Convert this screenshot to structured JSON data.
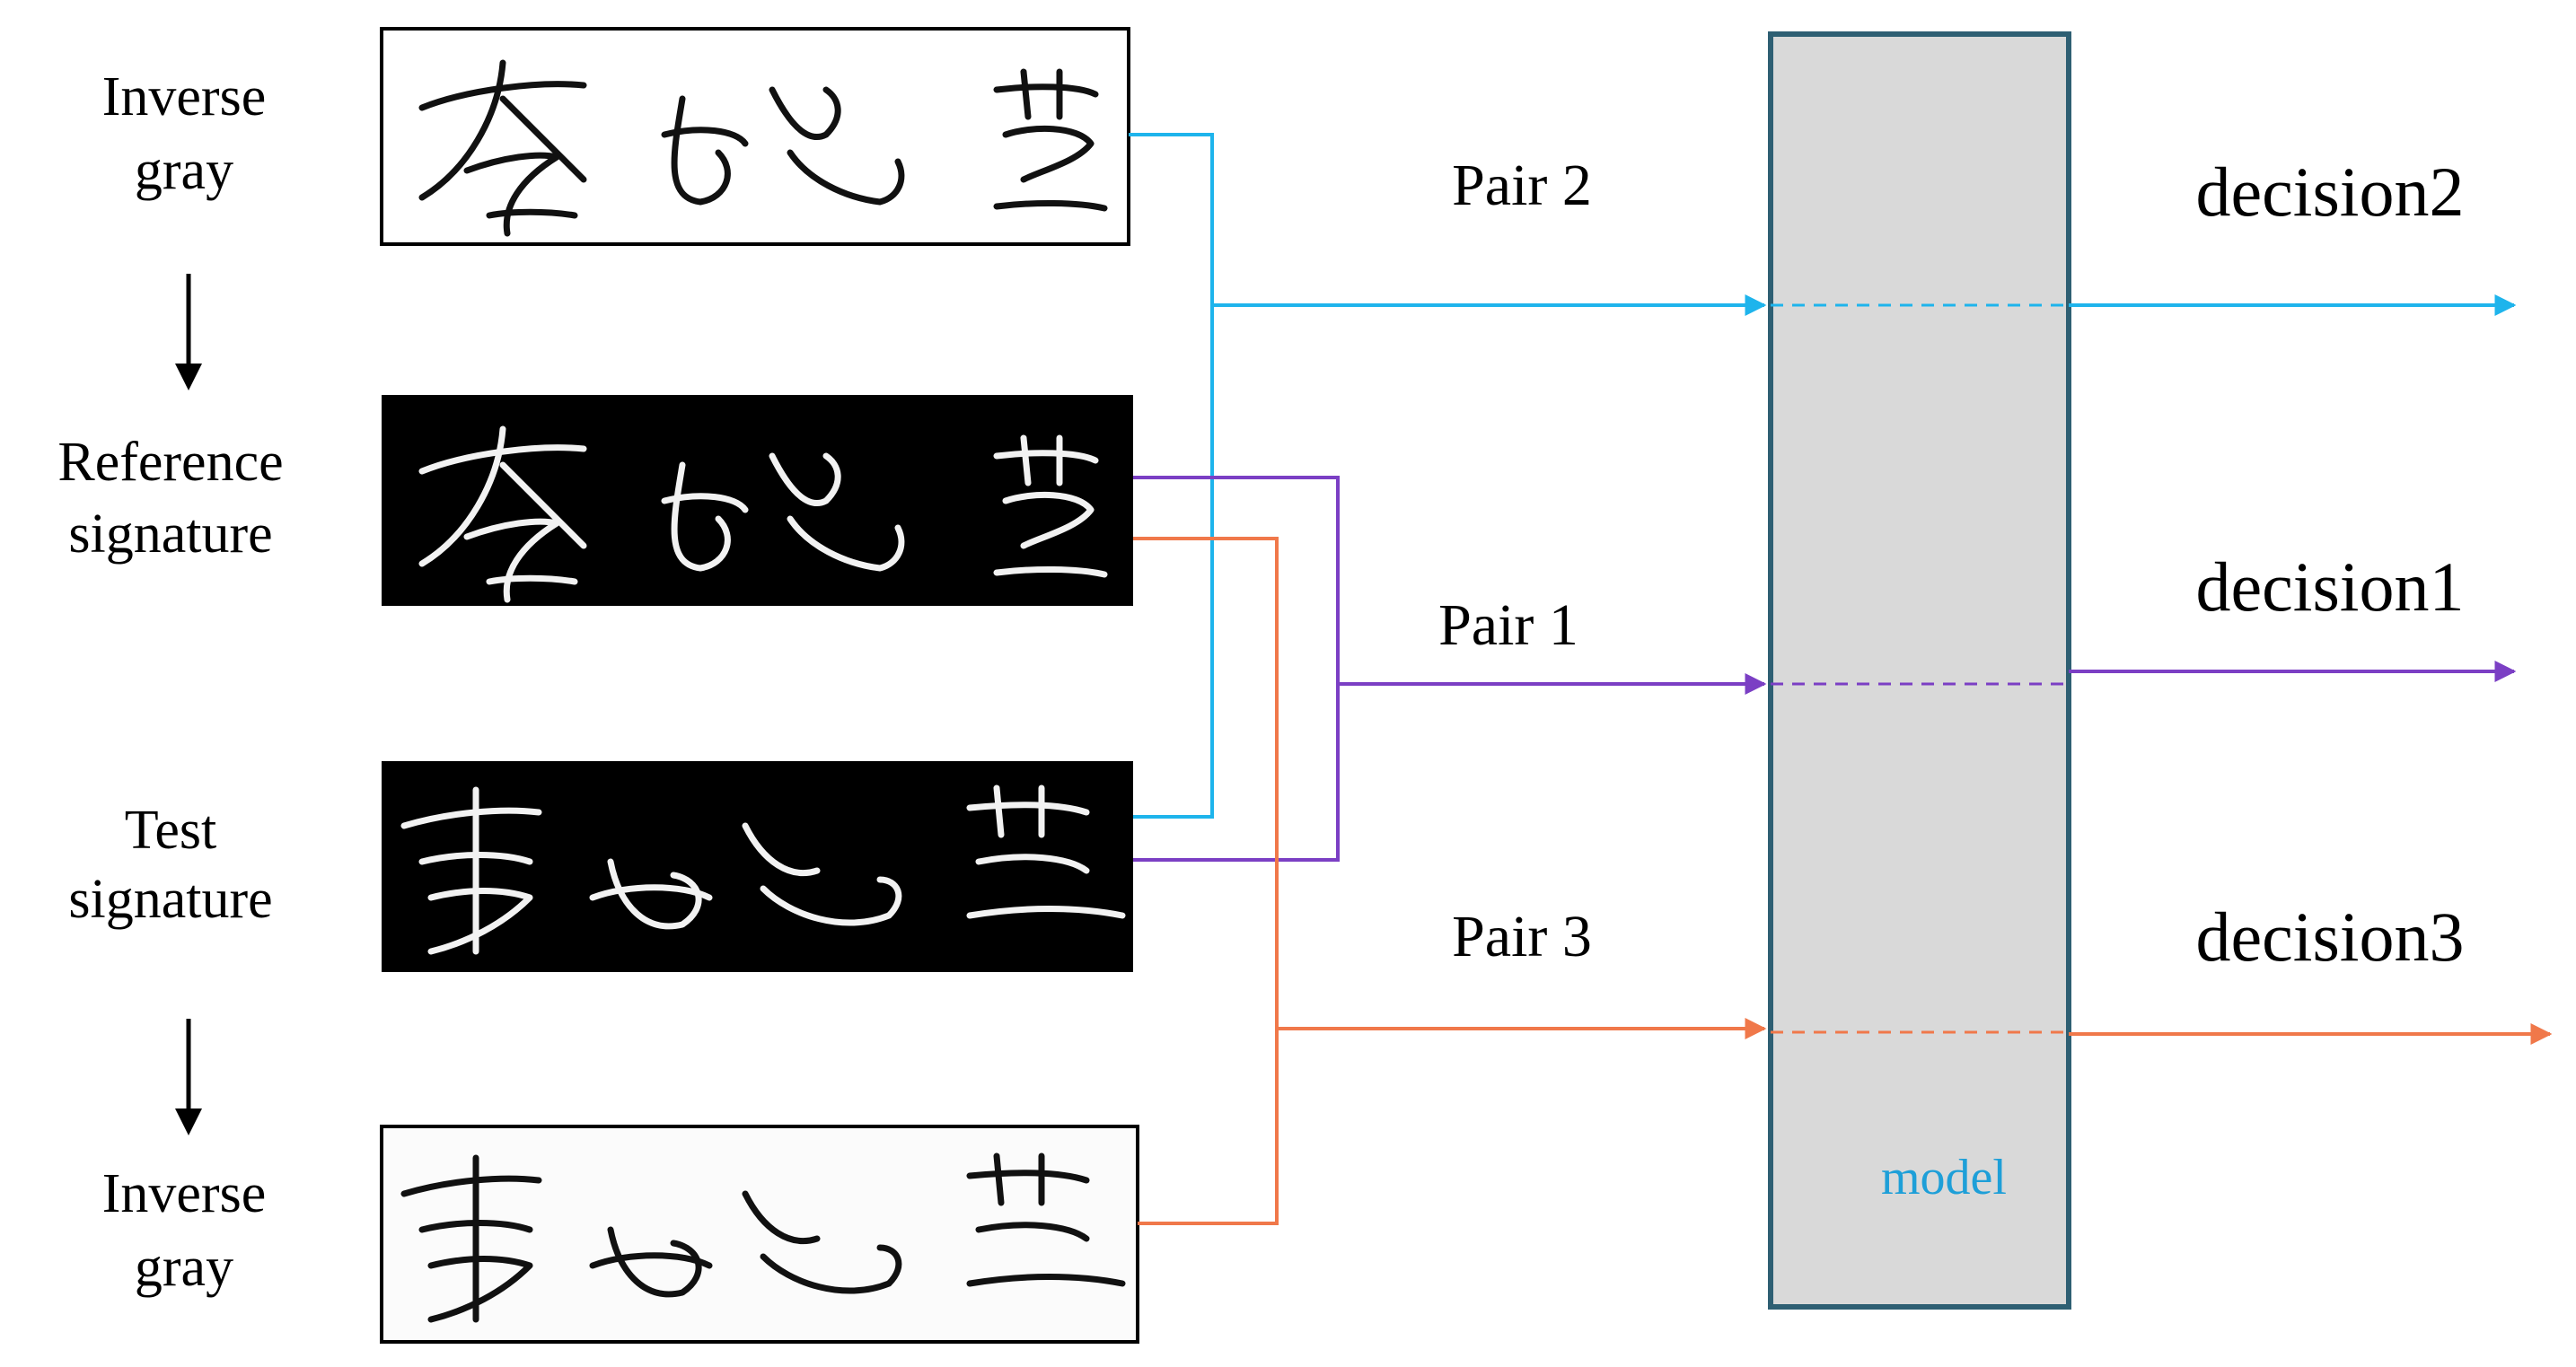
{
  "left_labels": {
    "top_inverse": [
      "Inverse",
      "gray"
    ],
    "reference": [
      "Reference",
      "signature"
    ],
    "test": [
      "Test",
      "signature"
    ],
    "bottom_inverse": [
      "Inverse",
      "gray"
    ]
  },
  "pairs": [
    {
      "id": "pair2",
      "label": "Pair 2",
      "decision": "decision2",
      "color": "#1EB4EC"
    },
    {
      "id": "pair1",
      "label": "Pair 1",
      "decision": "decision1",
      "color": "#7B3FC4"
    },
    {
      "id": "pair3",
      "label": "Pair 3",
      "decision": "decision3",
      "color": "#F0784A"
    }
  ],
  "model": {
    "label": "model",
    "fill": "#D9D9D9",
    "border": "#2E5F73",
    "label_color": "#1E9FD8"
  },
  "signatures": {
    "reference_text": "李婉莹",
    "test_text": "李婉莹"
  }
}
